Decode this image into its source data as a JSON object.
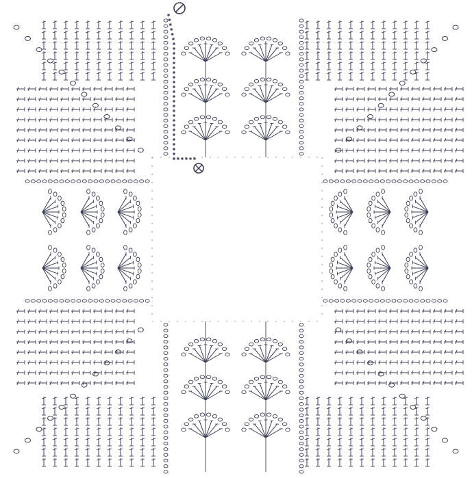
{
  "diagram": {
    "type": "crochet-chart",
    "description_visible_text": [],
    "colors": {
      "ink": "#3a3f55",
      "paper": "#ffffff",
      "start_marker": "#4a4f66"
    },
    "markers": [
      {
        "name": "start-marker",
        "icon": "circle-with-slash"
      },
      {
        "name": "end-marker",
        "icon": "circle-with-cross"
      }
    ],
    "panels": [
      {
        "name": "top-left-corner",
        "kind": "stitch-grid"
      },
      {
        "name": "top-fan-panel",
        "kind": "fan-lace",
        "fans": 3
      },
      {
        "name": "top-right-corner",
        "kind": "stitch-grid"
      },
      {
        "name": "left-fan-panel",
        "kind": "fan-lace",
        "fans": 3
      },
      {
        "name": "right-fan-panel",
        "kind": "fan-lace",
        "fans": 3
      },
      {
        "name": "bottom-left-corner",
        "kind": "stitch-grid"
      },
      {
        "name": "bottom-fan-panel",
        "kind": "fan-lace",
        "fans": 3
      },
      {
        "name": "bottom-right-corner",
        "kind": "stitch-grid"
      }
    ]
  }
}
